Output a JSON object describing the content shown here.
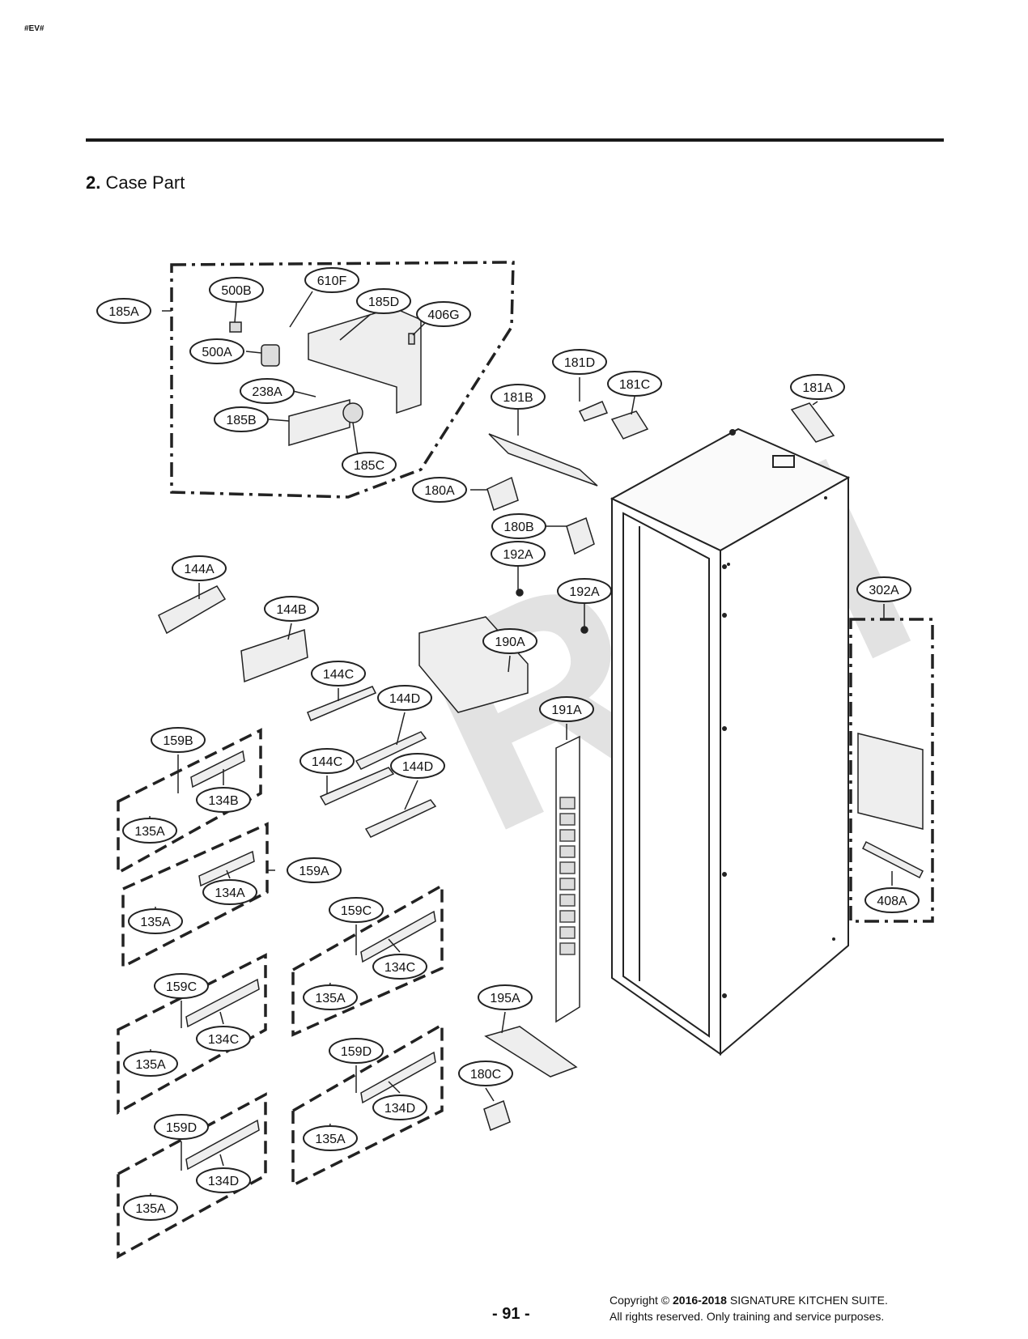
{
  "header": {
    "tag": "#EV#"
  },
  "section": {
    "number": "2.",
    "title": "Case Part"
  },
  "watermark": "RPI",
  "callouts": [
    {
      "id": "185A",
      "label": "185A"
    },
    {
      "id": "500B",
      "label": "500B"
    },
    {
      "id": "610F",
      "label": "610F"
    },
    {
      "id": "185D",
      "label": "185D"
    },
    {
      "id": "406G",
      "label": "406G"
    },
    {
      "id": "500A",
      "label": "500A"
    },
    {
      "id": "238A",
      "label": "238A"
    },
    {
      "id": "185B",
      "label": "185B"
    },
    {
      "id": "185C",
      "label": "185C"
    },
    {
      "id": "181D",
      "label": "181D"
    },
    {
      "id": "181C",
      "label": "181C"
    },
    {
      "id": "181B",
      "label": "181B"
    },
    {
      "id": "181A",
      "label": "181A"
    },
    {
      "id": "180A",
      "label": "180A"
    },
    {
      "id": "180B",
      "label": "180B"
    },
    {
      "id": "192A-1",
      "label": "192A"
    },
    {
      "id": "192A-2",
      "label": "192A"
    },
    {
      "id": "144A",
      "label": "144A"
    },
    {
      "id": "144B",
      "label": "144B"
    },
    {
      "id": "190A",
      "label": "190A"
    },
    {
      "id": "144C-1",
      "label": "144C"
    },
    {
      "id": "144D-1",
      "label": "144D"
    },
    {
      "id": "144C-2",
      "label": "144C"
    },
    {
      "id": "144D-2",
      "label": "144D"
    },
    {
      "id": "191A",
      "label": "191A"
    },
    {
      "id": "302A",
      "label": "302A"
    },
    {
      "id": "408A",
      "label": "408A"
    },
    {
      "id": "159B",
      "label": "159B"
    },
    {
      "id": "134B",
      "label": "134B"
    },
    {
      "id": "135A-1",
      "label": "135A"
    },
    {
      "id": "159A",
      "label": "159A"
    },
    {
      "id": "134A",
      "label": "134A"
    },
    {
      "id": "135A-2",
      "label": "135A"
    },
    {
      "id": "159C-1",
      "label": "159C"
    },
    {
      "id": "134C-1",
      "label": "134C"
    },
    {
      "id": "135A-3",
      "label": "135A"
    },
    {
      "id": "159C-2",
      "label": "159C"
    },
    {
      "id": "134C-2",
      "label": "134C"
    },
    {
      "id": "135A-4",
      "label": "135A"
    },
    {
      "id": "195A",
      "label": "195A"
    },
    {
      "id": "180C",
      "label": "180C"
    },
    {
      "id": "159D-1",
      "label": "159D"
    },
    {
      "id": "134D-1",
      "label": "134D"
    },
    {
      "id": "135A-5",
      "label": "135A"
    },
    {
      "id": "159D-2",
      "label": "159D"
    },
    {
      "id": "134D-2",
      "label": "134D"
    },
    {
      "id": "135A-6",
      "label": "135A"
    }
  ],
  "footer": {
    "page_number": "- 91 -",
    "copyright_prefix": "Copyright © ",
    "copyright_years": "2016-2018",
    "copyright_owner": " SIGNATURE KITCHEN SUITE.",
    "rights": "All rights reserved. Only training and service purposes."
  }
}
